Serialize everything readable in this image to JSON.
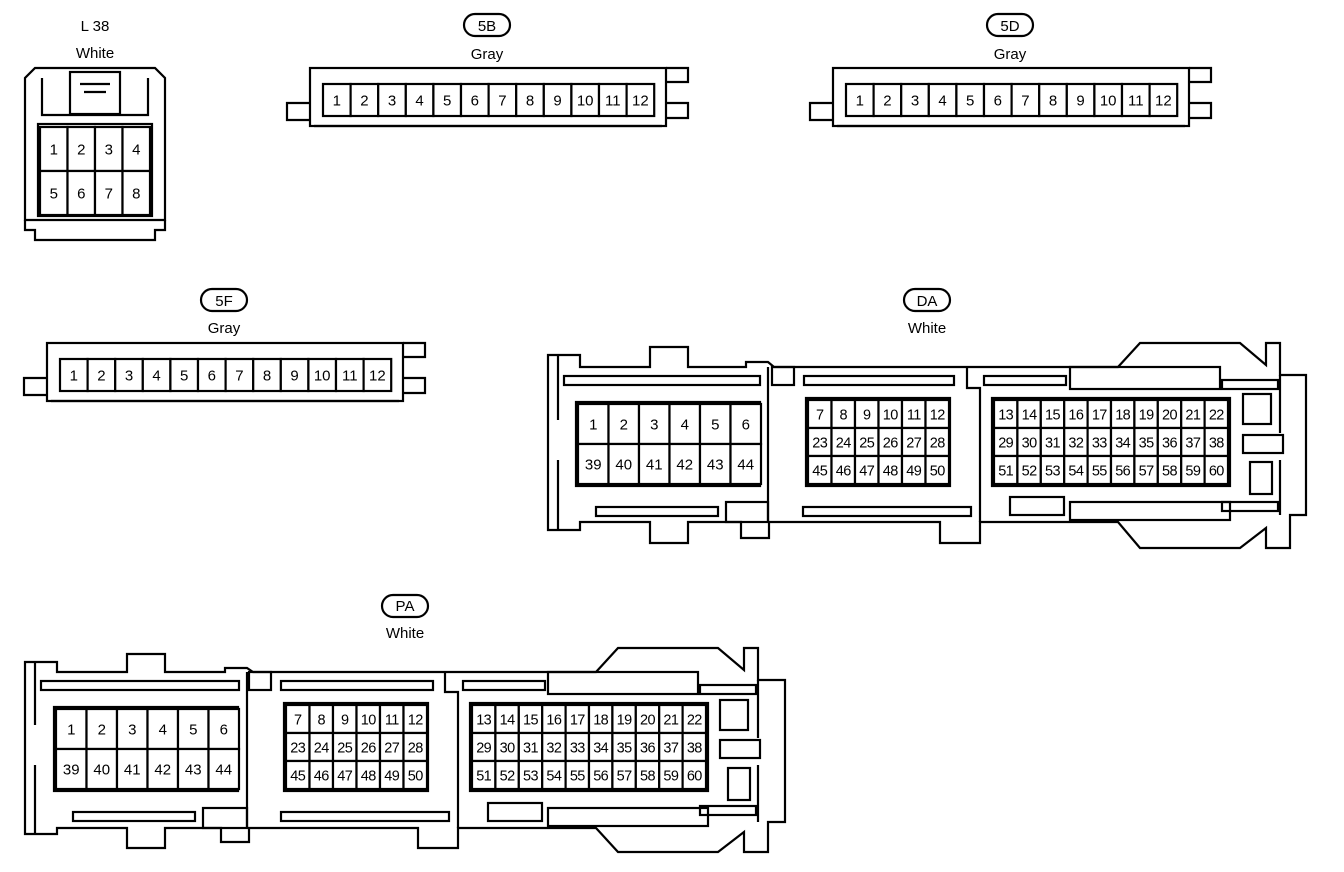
{
  "connectors": [
    {
      "id": "L 38",
      "color": "White",
      "id_style": "plain",
      "rows": [
        [
          "1",
          "2",
          "3",
          "4"
        ],
        [
          "5",
          "6",
          "7",
          "8"
        ]
      ]
    },
    {
      "id": "5B",
      "color": "Gray",
      "id_style": "boxed",
      "rows": [
        [
          "1",
          "2",
          "3",
          "4",
          "5",
          "6",
          "7",
          "8",
          "9",
          "10",
          "11",
          "12"
        ]
      ]
    },
    {
      "id": "5D",
      "color": "Gray",
      "id_style": "boxed",
      "rows": [
        [
          "1",
          "2",
          "3",
          "4",
          "5",
          "6",
          "7",
          "8",
          "9",
          "10",
          "11",
          "12"
        ]
      ]
    },
    {
      "id": "5F",
      "color": "Gray",
      "id_style": "boxed",
      "rows": [
        [
          "1",
          "2",
          "3",
          "4",
          "5",
          "6",
          "7",
          "8",
          "9",
          "10",
          "11",
          "12"
        ]
      ]
    },
    {
      "id": "DA",
      "color": "White",
      "id_style": "boxed",
      "blocks": [
        [
          [
            "1",
            "2",
            "3",
            "4",
            "5",
            "6"
          ],
          [
            "39",
            "40",
            "41",
            "42",
            "43",
            "44"
          ]
        ],
        [
          [
            "7",
            "8",
            "9",
            "10",
            "11",
            "12"
          ],
          [
            "23",
            "24",
            "25",
            "26",
            "27",
            "28"
          ],
          [
            "45",
            "46",
            "47",
            "48",
            "49",
            "50"
          ]
        ],
        [
          [
            "13",
            "14",
            "15",
            "16",
            "17",
            "18",
            "19",
            "20",
            "21",
            "22"
          ],
          [
            "29",
            "30",
            "31",
            "32",
            "33",
            "34",
            "35",
            "36",
            "37",
            "38"
          ],
          [
            "51",
            "52",
            "53",
            "54",
            "55",
            "56",
            "57",
            "58",
            "59",
            "60"
          ]
        ]
      ]
    },
    {
      "id": "PA",
      "color": "White",
      "id_style": "boxed",
      "blocks": [
        [
          [
            "1",
            "2",
            "3",
            "4",
            "5",
            "6"
          ],
          [
            "39",
            "40",
            "41",
            "42",
            "43",
            "44"
          ]
        ],
        [
          [
            "7",
            "8",
            "9",
            "10",
            "11",
            "12"
          ],
          [
            "23",
            "24",
            "25",
            "26",
            "27",
            "28"
          ],
          [
            "45",
            "46",
            "47",
            "48",
            "49",
            "50"
          ]
        ],
        [
          [
            "13",
            "14",
            "15",
            "16",
            "17",
            "18",
            "19",
            "20",
            "21",
            "22"
          ],
          [
            "29",
            "30",
            "31",
            "32",
            "33",
            "34",
            "35",
            "36",
            "37",
            "38"
          ],
          [
            "51",
            "52",
            "53",
            "54",
            "55",
            "56",
            "57",
            "58",
            "59",
            "60"
          ]
        ]
      ]
    }
  ]
}
